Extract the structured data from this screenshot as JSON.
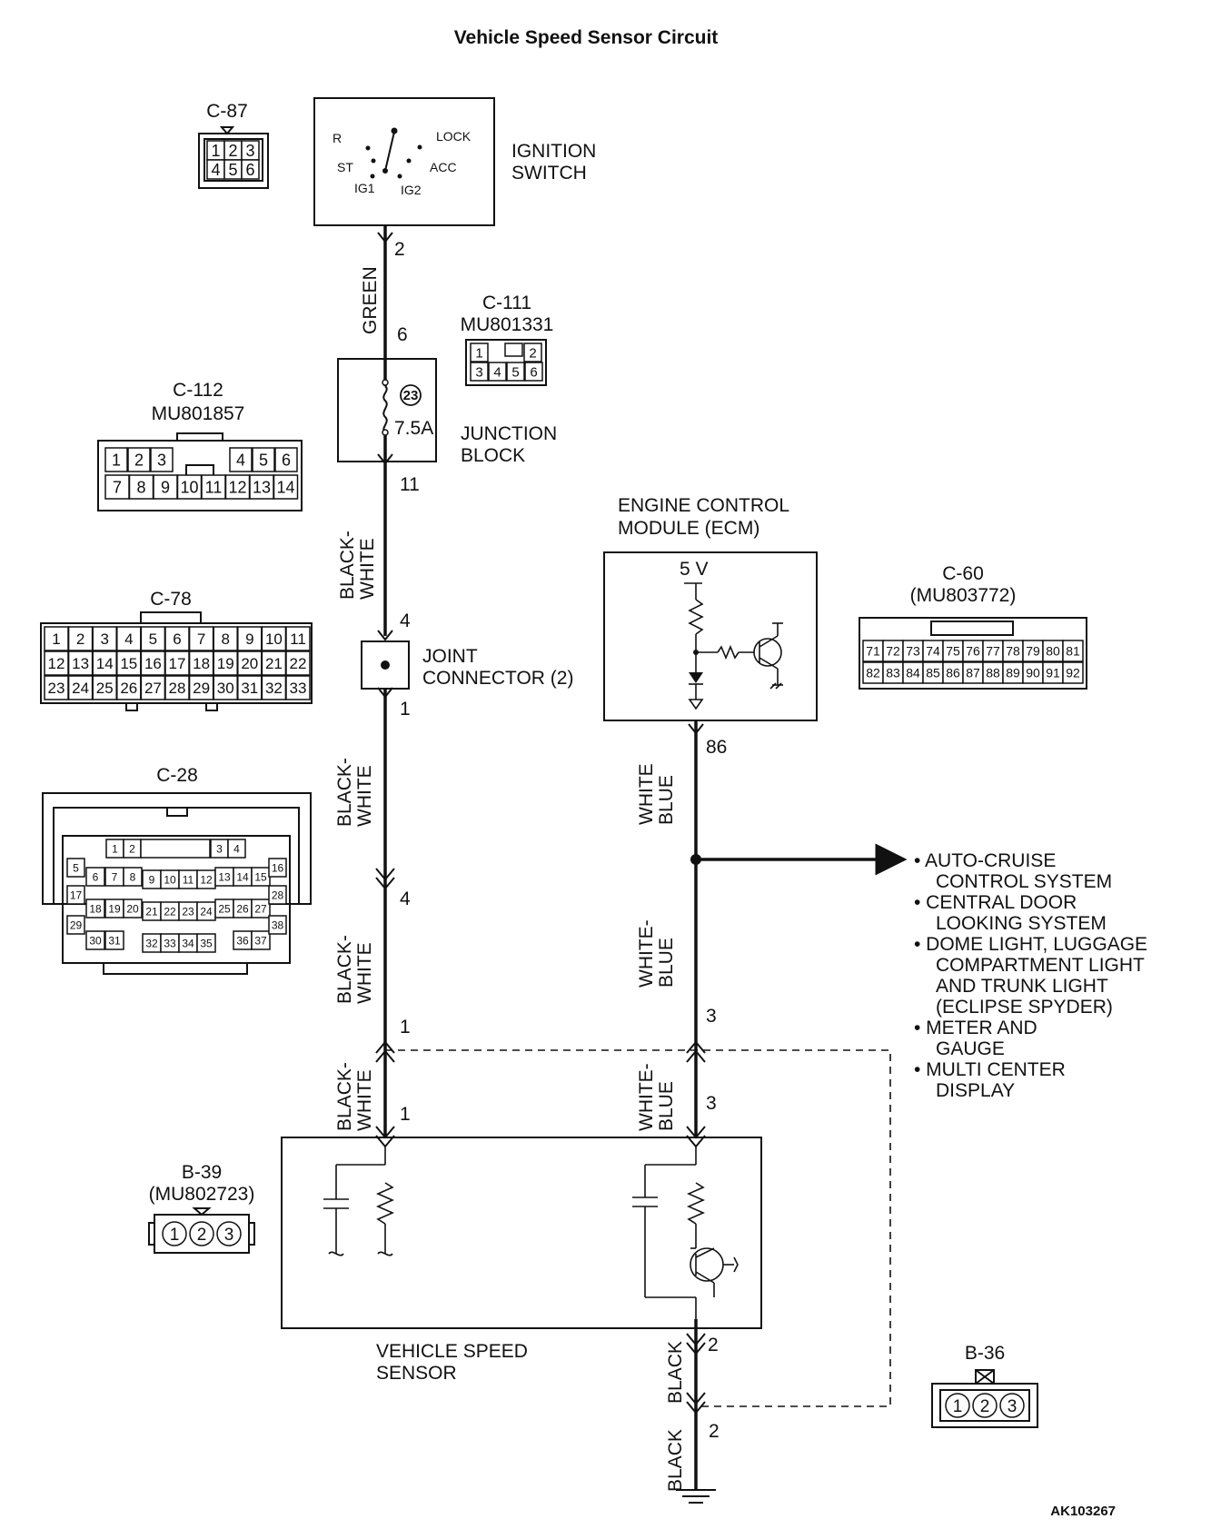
{
  "title": "Vehicle Speed Sensor Circuit",
  "figure_id": "AK103267",
  "components": {
    "ignition_switch": {
      "label": [
        "IGNITION",
        "SWITCH"
      ],
      "positions": [
        "R",
        "LOCK",
        "ST",
        "ACC",
        "IG1",
        "IG2"
      ]
    },
    "junction_block": {
      "label": [
        "JUNCTION",
        "BLOCK"
      ],
      "fuse_number": "23",
      "fuse_rating": "7.5A"
    },
    "joint_connector": {
      "label": [
        "JOINT",
        "CONNECTOR (2)"
      ]
    },
    "ecm": {
      "label": [
        "ENGINE CONTROL",
        "MODULE (ECM)"
      ],
      "voltage": "5 V"
    },
    "vehicle_speed_sensor": {
      "label": [
        "VEHICLE SPEED",
        "SENSOR"
      ]
    }
  },
  "connectors": {
    "c87": {
      "id": "C-87",
      "pins": [
        "1",
        "2",
        "3",
        "4",
        "5",
        "6"
      ]
    },
    "c111": {
      "id": "C-111",
      "part": "MU801331",
      "pins": [
        "1",
        "2",
        "3",
        "4",
        "5",
        "6"
      ]
    },
    "c112": {
      "id": "C-112",
      "part": "MU801857",
      "pins": [
        "1",
        "2",
        "3",
        "4",
        "5",
        "6",
        "7",
        "8",
        "9",
        "10",
        "11",
        "12",
        "13",
        "14"
      ]
    },
    "c78": {
      "id": "C-78",
      "pins": [
        "1",
        "2",
        "3",
        "4",
        "5",
        "6",
        "7",
        "8",
        "9",
        "10",
        "11",
        "12",
        "13",
        "14",
        "15",
        "16",
        "17",
        "18",
        "19",
        "20",
        "21",
        "22",
        "23",
        "24",
        "25",
        "26",
        "27",
        "28",
        "29",
        "30",
        "31",
        "32",
        "33"
      ]
    },
    "c28": {
      "id": "C-28",
      "pins": [
        "1",
        "2",
        "3",
        "4",
        "5",
        "6",
        "7",
        "8",
        "9",
        "10",
        "11",
        "12",
        "13",
        "14",
        "15",
        "16",
        "17",
        "18",
        "19",
        "20",
        "21",
        "22",
        "23",
        "24",
        "25",
        "26",
        "27",
        "28",
        "29",
        "30",
        "31",
        "32",
        "33",
        "34",
        "35",
        "36",
        "37",
        "38"
      ]
    },
    "c60": {
      "id": "C-60",
      "part": "(MU803772)",
      "pins": [
        "71",
        "72",
        "73",
        "74",
        "75",
        "76",
        "77",
        "78",
        "79",
        "80",
        "81",
        "82",
        "83",
        "84",
        "85",
        "86",
        "87",
        "88",
        "89",
        "90",
        "91",
        "92"
      ]
    },
    "b39": {
      "id": "B-39",
      "part": "(MU802723)",
      "pins": [
        "1",
        "2",
        "3"
      ]
    },
    "b36": {
      "id": "B-36",
      "pins": [
        "1",
        "2",
        "3"
      ]
    }
  },
  "wires": {
    "green": "GREEN",
    "black_white": [
      "BLACK-",
      "WHITE"
    ],
    "white_blue": [
      "WHITE",
      "BLUE"
    ],
    "white_blue_h": [
      "WHITE-",
      "BLUE"
    ],
    "black": "BLACK"
  },
  "pin_labels": {
    "ign_out": "2",
    "jb_in": "6",
    "jb_out": "11",
    "jc_in": "4",
    "jc_out": "1",
    "ecm_pin": "86",
    "mid_left": "4",
    "vss_left_a": "1",
    "vss_left_b": "1",
    "vss_right_a": "3",
    "vss_right_b": "3",
    "gnd_a": "2",
    "gnd_b": "2"
  },
  "branch_targets": [
    "• AUTO-CRUISE",
    "CONTROL SYSTEM",
    "• CENTRAL DOOR",
    "LOOKING SYSTEM",
    "• DOME LIGHT, LUGGAGE",
    "COMPARTMENT LIGHT",
    "AND TRUNK LIGHT",
    "(ECLIPSE SPYDER)",
    "• METER AND",
    "GAUGE",
    "• MULTI CENTER",
    "DISPLAY"
  ]
}
